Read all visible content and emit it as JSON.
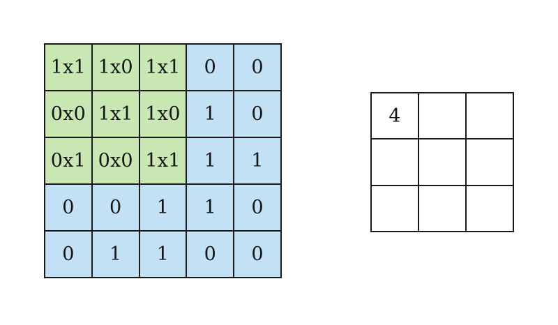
{
  "figure": {
    "background_color": "#ffffff",
    "description": "2D convolution illustration: 5x5 input matrix with a 3x3 receptive field highlighted, producing a 3x3 output feature map"
  },
  "colors": {
    "kernel_overlap": "#c9e7b2",
    "input_plain": "#c2e1f5",
    "output_result": "#fbb4a9",
    "output_empty": "#ffffff",
    "border": "#1a1a1a",
    "text": "#141414"
  },
  "input_matrix": {
    "rows": 5,
    "cols": 5,
    "cells": [
      [
        {
          "text": "1x1",
          "style": "kernel"
        },
        {
          "text": "1x0",
          "style": "kernel"
        },
        {
          "text": "1x1",
          "style": "kernel"
        },
        {
          "text": "0",
          "style": "plain"
        },
        {
          "text": "0",
          "style": "plain"
        }
      ],
      [
        {
          "text": "0x0",
          "style": "kernel"
        },
        {
          "text": "1x1",
          "style": "kernel"
        },
        {
          "text": "1x0",
          "style": "kernel"
        },
        {
          "text": "1",
          "style": "plain"
        },
        {
          "text": "0",
          "style": "plain"
        }
      ],
      [
        {
          "text": "0x1",
          "style": "kernel"
        },
        {
          "text": "0x0",
          "style": "kernel"
        },
        {
          "text": "1x1",
          "style": "kernel"
        },
        {
          "text": "1",
          "style": "plain"
        },
        {
          "text": "1",
          "style": "plain"
        }
      ],
      [
        {
          "text": "0",
          "style": "plain"
        },
        {
          "text": "0",
          "style": "plain"
        },
        {
          "text": "1",
          "style": "plain"
        },
        {
          "text": "1",
          "style": "plain"
        },
        {
          "text": "0",
          "style": "plain"
        }
      ],
      [
        {
          "text": "0",
          "style": "plain"
        },
        {
          "text": "1",
          "style": "plain"
        },
        {
          "text": "1",
          "style": "plain"
        },
        {
          "text": "0",
          "style": "plain"
        },
        {
          "text": "0",
          "style": "plain"
        }
      ]
    ]
  },
  "output_matrix": {
    "rows": 3,
    "cols": 3,
    "cells": [
      [
        {
          "text": "4",
          "style": "result"
        },
        {
          "text": "",
          "style": "empty"
        },
        {
          "text": "",
          "style": "empty"
        }
      ],
      [
        {
          "text": "",
          "style": "empty"
        },
        {
          "text": "",
          "style": "empty"
        },
        {
          "text": "",
          "style": "empty"
        }
      ],
      [
        {
          "text": "",
          "style": "empty"
        },
        {
          "text": "",
          "style": "empty"
        },
        {
          "text": "",
          "style": "empty"
        }
      ]
    ]
  }
}
